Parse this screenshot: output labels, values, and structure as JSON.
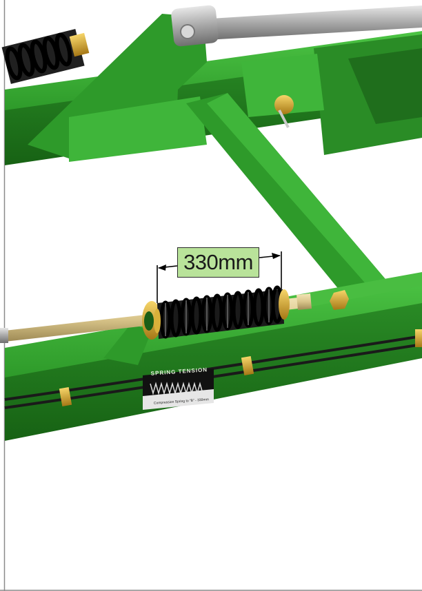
{
  "figure": {
    "measurement_label": "330mm",
    "plate_title": "SPRING TENSION",
    "plate_caption": "Compression Spring to “B” - 330mm"
  },
  "colors": {
    "frame_green": "#2e9a2a",
    "frame_green_dark": "#1f6e1c",
    "frame_green_light": "#3fb53a",
    "spring_black": "#141414",
    "rod_tan": "#d9c58a",
    "brass": "#d4a52a",
    "label_fill": "#b9e39a"
  },
  "icons": [
    "coil-spring-icon",
    "pivot-pin-icon",
    "cotter-pin-icon",
    "hex-nut-icon",
    "hose-clamp-icon",
    "dimension-arrow-icon"
  ]
}
